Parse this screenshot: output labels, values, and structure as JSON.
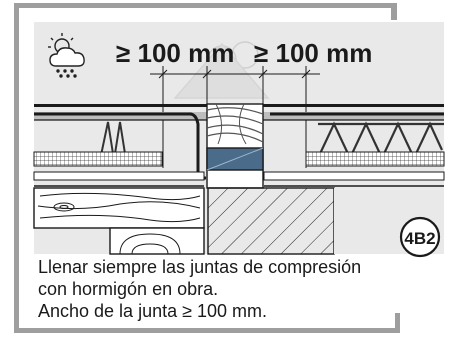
{
  "dimension_left": "≥ 100 mm",
  "dimension_right": "≥ 100 mm",
  "badge": "4B2",
  "caption": {
    "line1": "Llenar siempre las juntas de compresión",
    "line2": "con hormigón en obra.",
    "line3": "Ancho de la junta ≥ 100 mm."
  },
  "icons": {
    "weather": "cloud-rain-sun-icon"
  },
  "colors": {
    "frame": "#9e9e9e",
    "background": "#e9e9e9",
    "seal_blue": "#4a6b8a",
    "line": "#1a1a1a"
  }
}
